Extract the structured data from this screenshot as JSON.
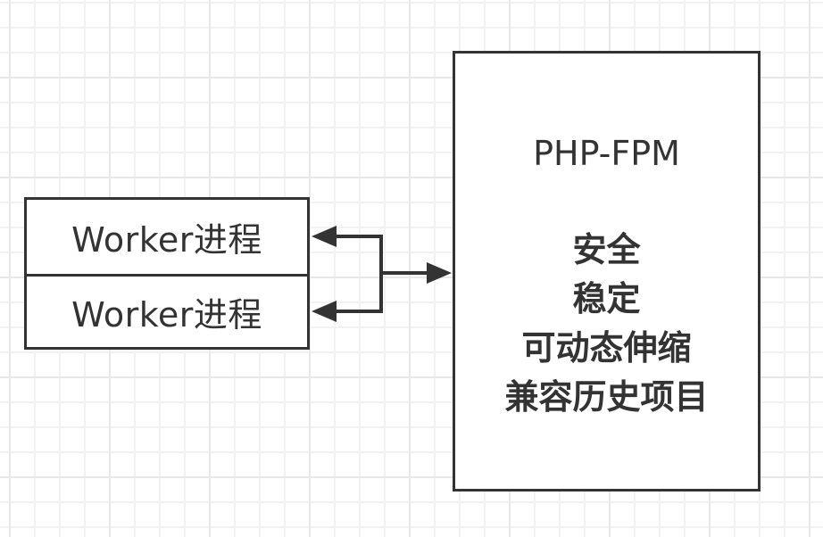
{
  "diagram": {
    "workers": [
      {
        "label": "Worker进程"
      },
      {
        "label": "Worker进程"
      }
    ],
    "php_fpm": {
      "title": "PHP-FPM",
      "features": [
        "安全",
        "稳定",
        "可动态伸缩",
        "兼容历史项目"
      ]
    },
    "connectors": [
      {
        "from": "php_fpm",
        "to": "workers.0",
        "type": "arrow"
      },
      {
        "from": "php_fpm",
        "to": "workers.1",
        "type": "arrow"
      },
      {
        "from": "workers",
        "to": "php_fpm",
        "type": "arrow"
      }
    ],
    "colors": {
      "stroke": "#333333",
      "text": "#333333",
      "grid_minor": "#f2f2f2",
      "grid_major": "#e8e8e8",
      "background": "#ffffff"
    }
  }
}
